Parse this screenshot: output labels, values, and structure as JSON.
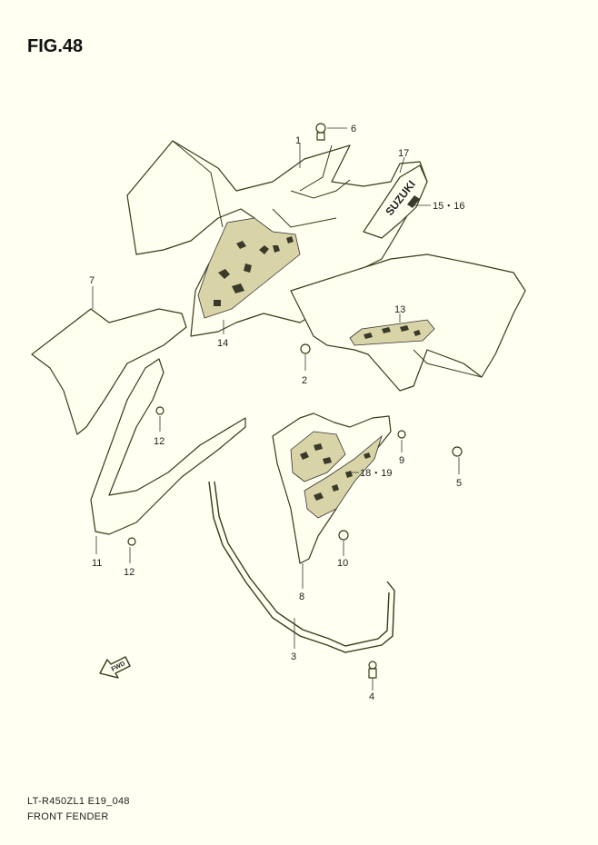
{
  "figure": {
    "title": "FIG.48",
    "model_code": "LT-R450ZL1 E19_048",
    "name": "FRONT FENDER"
  },
  "callouts": {
    "p1": "1",
    "p2": "2",
    "p3": "3",
    "p4": "4",
    "p5": "5",
    "p6": "6",
    "p7": "7",
    "p8": "8",
    "p9": "9",
    "p10": "10",
    "p11": "11",
    "p12a": "12",
    "p12b": "12",
    "p13": "13",
    "p14": "14",
    "p15_16": "15・16",
    "p17": "17",
    "p18_19": "18・19"
  },
  "emblem_text": "SUZUKI",
  "arrow_label": "FWD"
}
